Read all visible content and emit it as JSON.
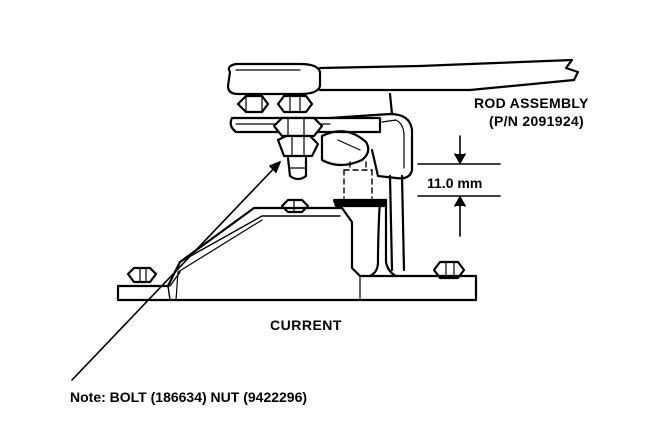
{
  "labels": {
    "rod_assembly": "ROD ASSEMBLY",
    "part_number": "(P/N 2091924)",
    "dimension": "11.0 mm",
    "caption": "CURRENT",
    "note": "Note: BOLT (186634) NUT (9422296)"
  }
}
